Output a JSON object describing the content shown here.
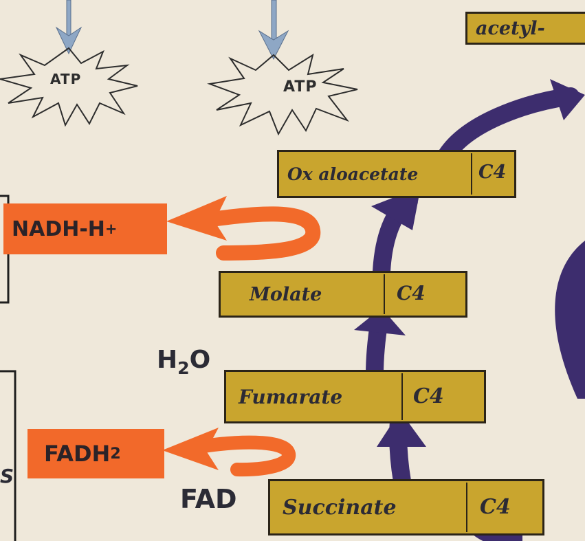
{
  "top_atp": {
    "left_label": "ATP",
    "right_label": "ATP"
  },
  "compounds": {
    "acetyl": {
      "name": "acetyl-"
    },
    "oxaloacetate": {
      "name": "Ox aloacetate",
      "carbon": "C4"
    },
    "malate": {
      "name": "Molate",
      "carbon": "C4"
    },
    "fumarate": {
      "name": "Fumarate",
      "carbon": "C4"
    },
    "succinate": {
      "name": "Succinate",
      "carbon": "C4"
    }
  },
  "cofactors": {
    "nadh": {
      "base": "NADH-H",
      "sup": "+"
    },
    "fadh2": {
      "base": "FADH",
      "sub": "2"
    },
    "water": {
      "base_h": "H",
      "sub": "2",
      "base_o": "O"
    },
    "fad": {
      "label": "FAD"
    }
  },
  "edge_fragment": {
    "text": "S"
  },
  "colors": {
    "background": "#efe8da",
    "compound_box": "#c9a52e",
    "cofactor_box": "#f2692a",
    "cycle_arrow": "#3d2d6e",
    "orange_arrow": "#f26a2a",
    "blue_arrow": "#8ea7c5"
  }
}
